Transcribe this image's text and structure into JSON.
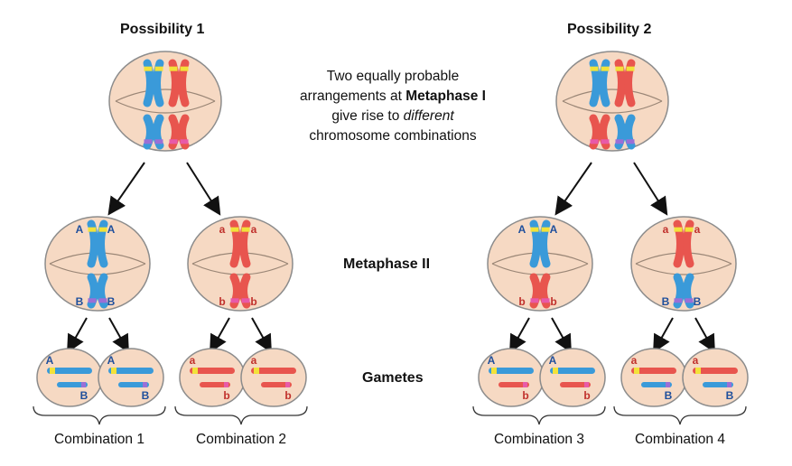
{
  "possibility_1_title": "Possibility 1",
  "possibility_2_title": "Possibility 2",
  "caption": {
    "line1": "Two equally probable",
    "line2_pre": "arrangements at ",
    "line2_bold": "Metaphase I",
    "line3_pre": "give rise to ",
    "line3_italic": "different",
    "line4": "chromosome combinations"
  },
  "stage_metaphase_ii": "Metaphase II",
  "stage_gametes": "Gametes",
  "combination_labels": [
    "Combination 1",
    "Combination 2",
    "Combination 3",
    "Combination 4"
  ],
  "allele_labels": {
    "A": "A",
    "a": "a",
    "B": "B",
    "b": "b"
  },
  "colors": {
    "blue_chromosome": "#3a9ad9",
    "red_chromosome": "#e8554e",
    "yellow_band": "#f2e23a",
    "purple_band": "#9b6fd6",
    "pink_band": "#e85aa8",
    "cell_fill": "#f6d9c3",
    "cell_stroke": "#8c8c8c",
    "allele_blue_text": "#1f4f9c",
    "allele_red_text": "#c0302b"
  }
}
